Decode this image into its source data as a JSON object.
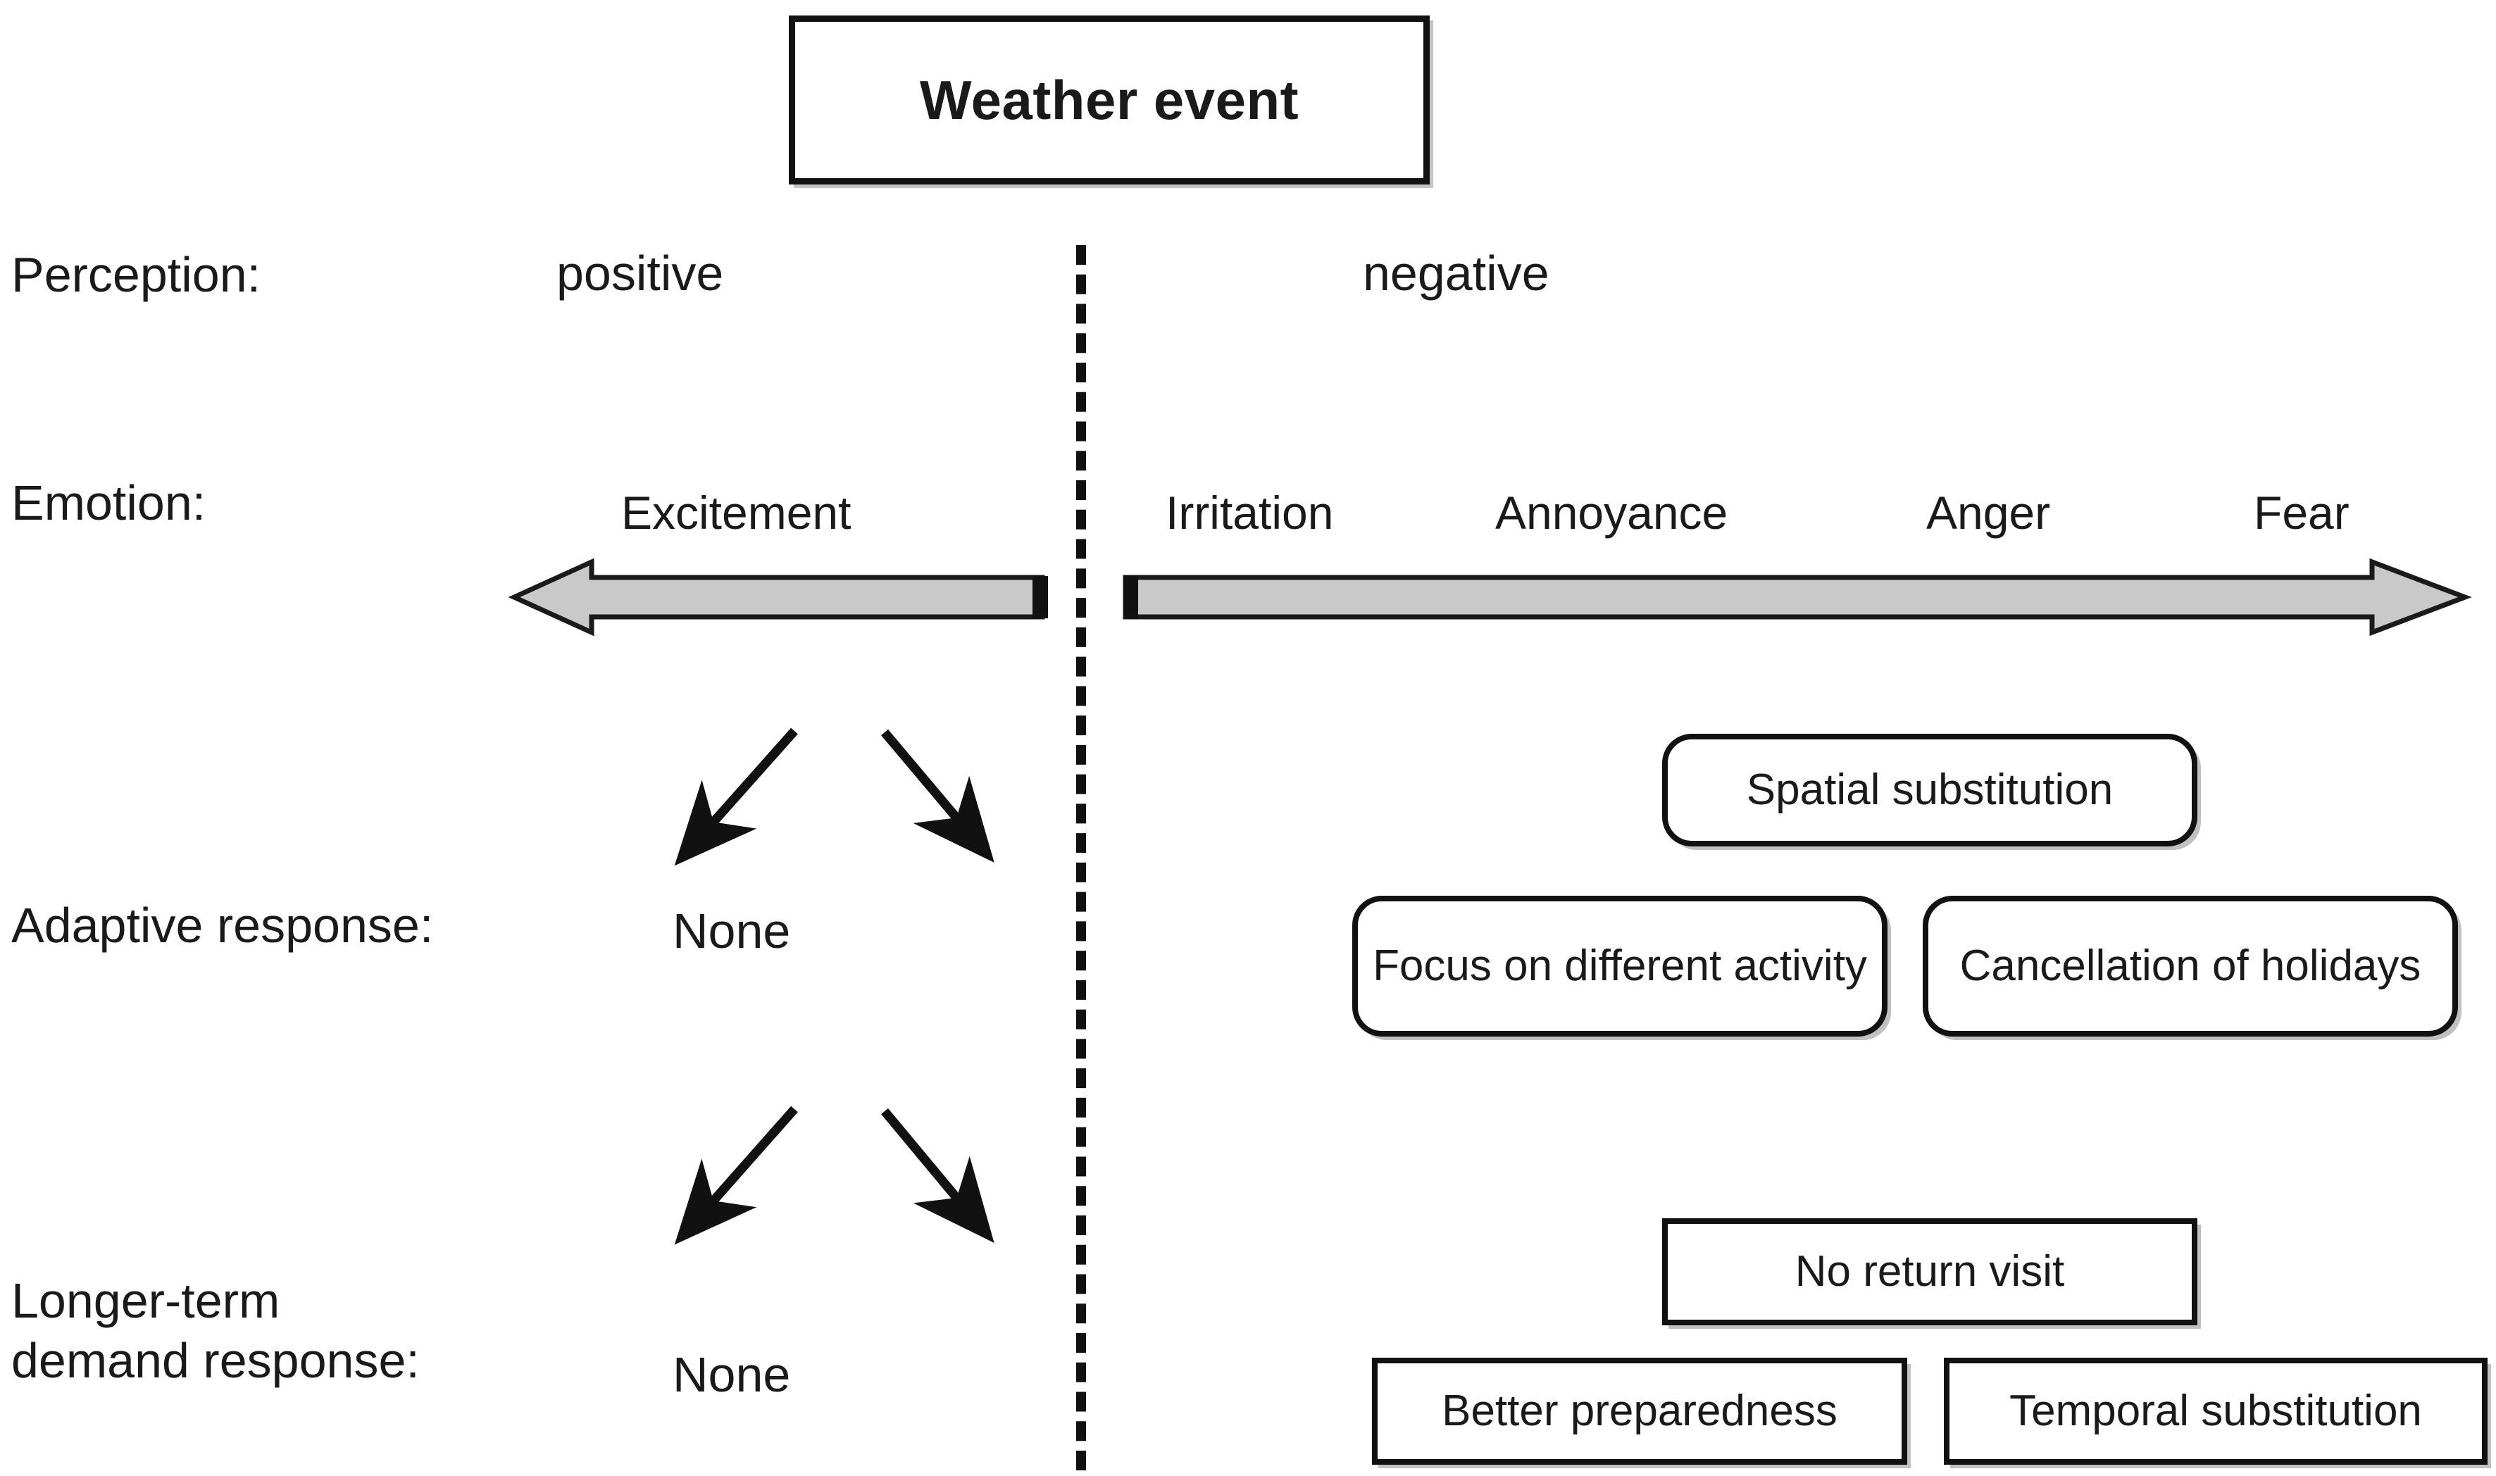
{
  "diagram": {
    "title_box": {
      "label": "Weather event"
    },
    "rows": [
      {
        "key": "perception",
        "label": "Perception:"
      },
      {
        "key": "emotion",
        "label": "Emotion:"
      },
      {
        "key": "adaptive",
        "label": "Adaptive response:"
      },
      {
        "key": "longterm",
        "label": "Longer-term\ndemand response:"
      }
    ],
    "perception": {
      "positive": "positive",
      "negative": "negative"
    },
    "emotion": {
      "positive_scale": [
        "Excitement"
      ],
      "negative_scale": [
        "Irritation",
        "Annoyance",
        "Anger",
        "Fear"
      ],
      "left_arrow_direction": "left",
      "right_arrow_direction": "right",
      "arrow_fill": "#c9c9c9",
      "arrow_stroke": "#111111"
    },
    "adaptive_response": {
      "positive_value": "None",
      "negative_boxes": [
        {
          "label": "Spatial substitution",
          "shape": "rounded"
        },
        {
          "label": "Focus on different activity",
          "shape": "rounded"
        },
        {
          "label": "Cancellation of holidays",
          "shape": "rounded"
        }
      ]
    },
    "longterm_response": {
      "positive_value": "None",
      "negative_boxes": [
        {
          "label": "No return visit",
          "shape": "sharp"
        },
        {
          "label": "Better preparedness",
          "shape": "sharp"
        },
        {
          "label": "Temporal substitution",
          "shape": "sharp"
        }
      ]
    },
    "divider": {
      "style": "dashed",
      "color": "#111111"
    },
    "connectors": [
      {
        "from": "emotion-positive",
        "to": "adaptive-none",
        "direction": "down-left"
      },
      {
        "from": "emotion-negative",
        "to": "adaptive-boxes",
        "direction": "down-right"
      },
      {
        "from": "adaptive-positive",
        "to": "longterm-none",
        "direction": "down-left"
      },
      {
        "from": "adaptive-negative",
        "to": "longterm-boxes",
        "direction": "down-right"
      }
    ]
  }
}
